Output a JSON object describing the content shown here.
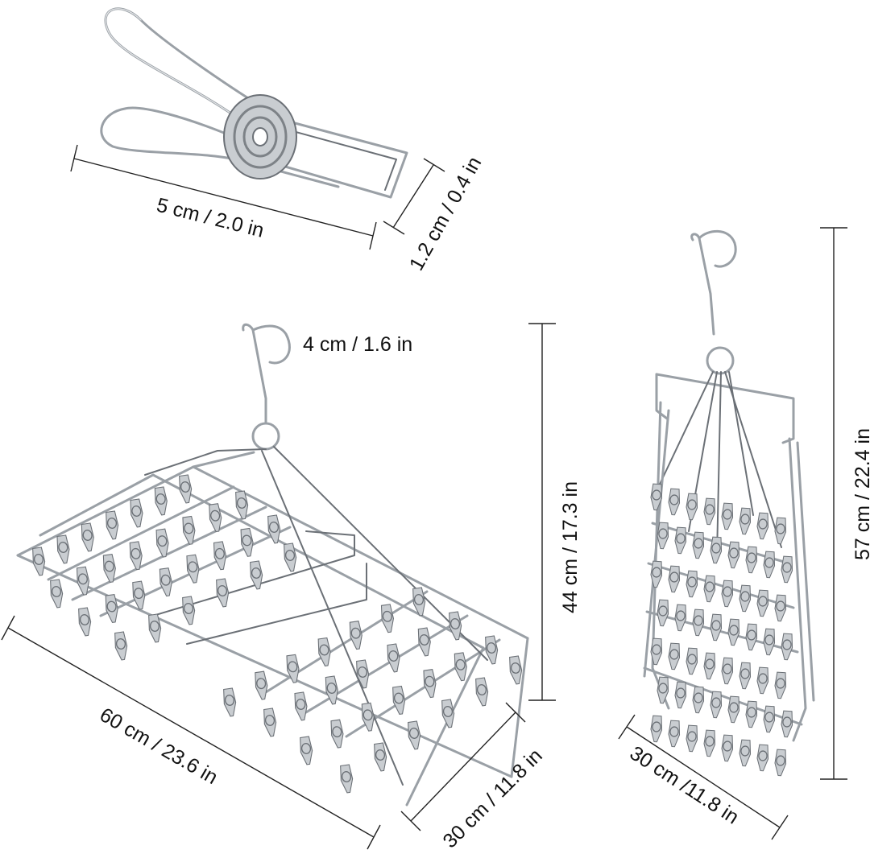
{
  "colors": {
    "background": "#ffffff",
    "wire": "#9aa0a6",
    "text": "#111111"
  },
  "dimensions": {
    "clip_length": "5 cm / 2.0 in",
    "clip_width": "1.2 cm / 0.4 in",
    "hook": "4 cm / 1.6 in",
    "open_height": "44 cm / 17.3 in",
    "open_length": "60 cm / 23.6 in",
    "open_width": "30 cm / 11.8 in",
    "folded_height": "57 cm / 22.4 in",
    "folded_width": "30 cm /11.8 in"
  }
}
